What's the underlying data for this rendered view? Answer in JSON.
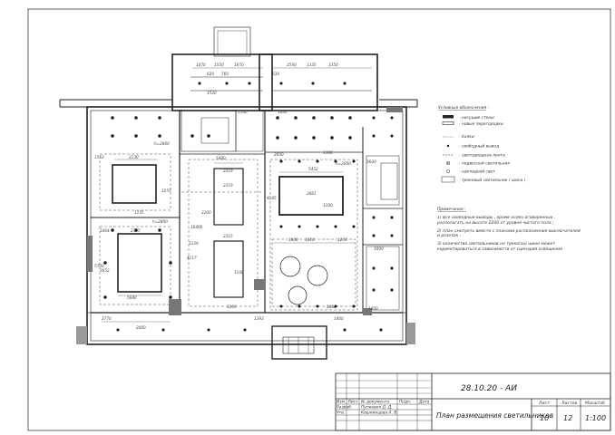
{
  "legend": {
    "title": "Условные обозначения :",
    "items": [
      "- несущие стены",
      "- новые перегородки",
      "- балки",
      "- свободный вывод",
      "- светодиодная лента",
      "- подвесной светильник",
      "- накладной свет",
      "- трековый светильник ( шина )"
    ]
  },
  "notes": {
    "title": "Примечания :",
    "items": [
      "1) Все свободные выводы , кроме особо оговоренных , располагать на высоте 2200 от уровня чистого пола ;",
      "2) план смотреть вместе с планами расположения выключателей и розеток ;",
      "3) количество светильников на треке(ах) шине может корректироваться в зависимости от сценария освещения ."
    ]
  },
  "title_block": {
    "code": "28.10.20 - АИ",
    "sheet_title": "План размещения светильников",
    "headers": {
      "izm": "Изм.",
      "list": "Лист",
      "doc": "№ документа",
      "sign": "Подп.",
      "date": "Дата",
      "stage_sheet": "Лист",
      "sheets": "Листов",
      "scale": "Масштаб"
    },
    "roles": [
      {
        "role": "Разраб.",
        "name": "Пупкевич Д. Д."
      },
      {
        "role": "Утв.",
        "name": "Кошкинцева А. В."
      }
    ],
    "sheet_no": "10",
    "sheets_total": "12",
    "scale": "1:100"
  },
  "dimensions": {
    "top": [
      "1070",
      "1550",
      "1670",
      "2560",
      "1140",
      "1335",
      "3350",
      "620",
      "760",
      "630",
      "1520",
      "1440"
    ],
    "room_left": [
      "2130",
      "1553",
      "2315",
      "1864",
      "5680",
      "5700",
      "3652",
      "1255",
      "1135"
    ],
    "room_mid": [
      "5480",
      "2219",
      "2315",
      "2200",
      "2219",
      "4117",
      "10400",
      "1106",
      "1200",
      "1129"
    ],
    "room_right": [
      "5432",
      "1100",
      "2861",
      "1800",
      "1300",
      "1200",
      "1600",
      "1860",
      "2600",
      "2600",
      "4145"
    ],
    "bottom": [
      "2770",
      "2060",
      "1393",
      "1400",
      "1000",
      "1000"
    ],
    "heights": [
      "h=2800",
      "h=2600",
      "h=2800"
    ]
  }
}
